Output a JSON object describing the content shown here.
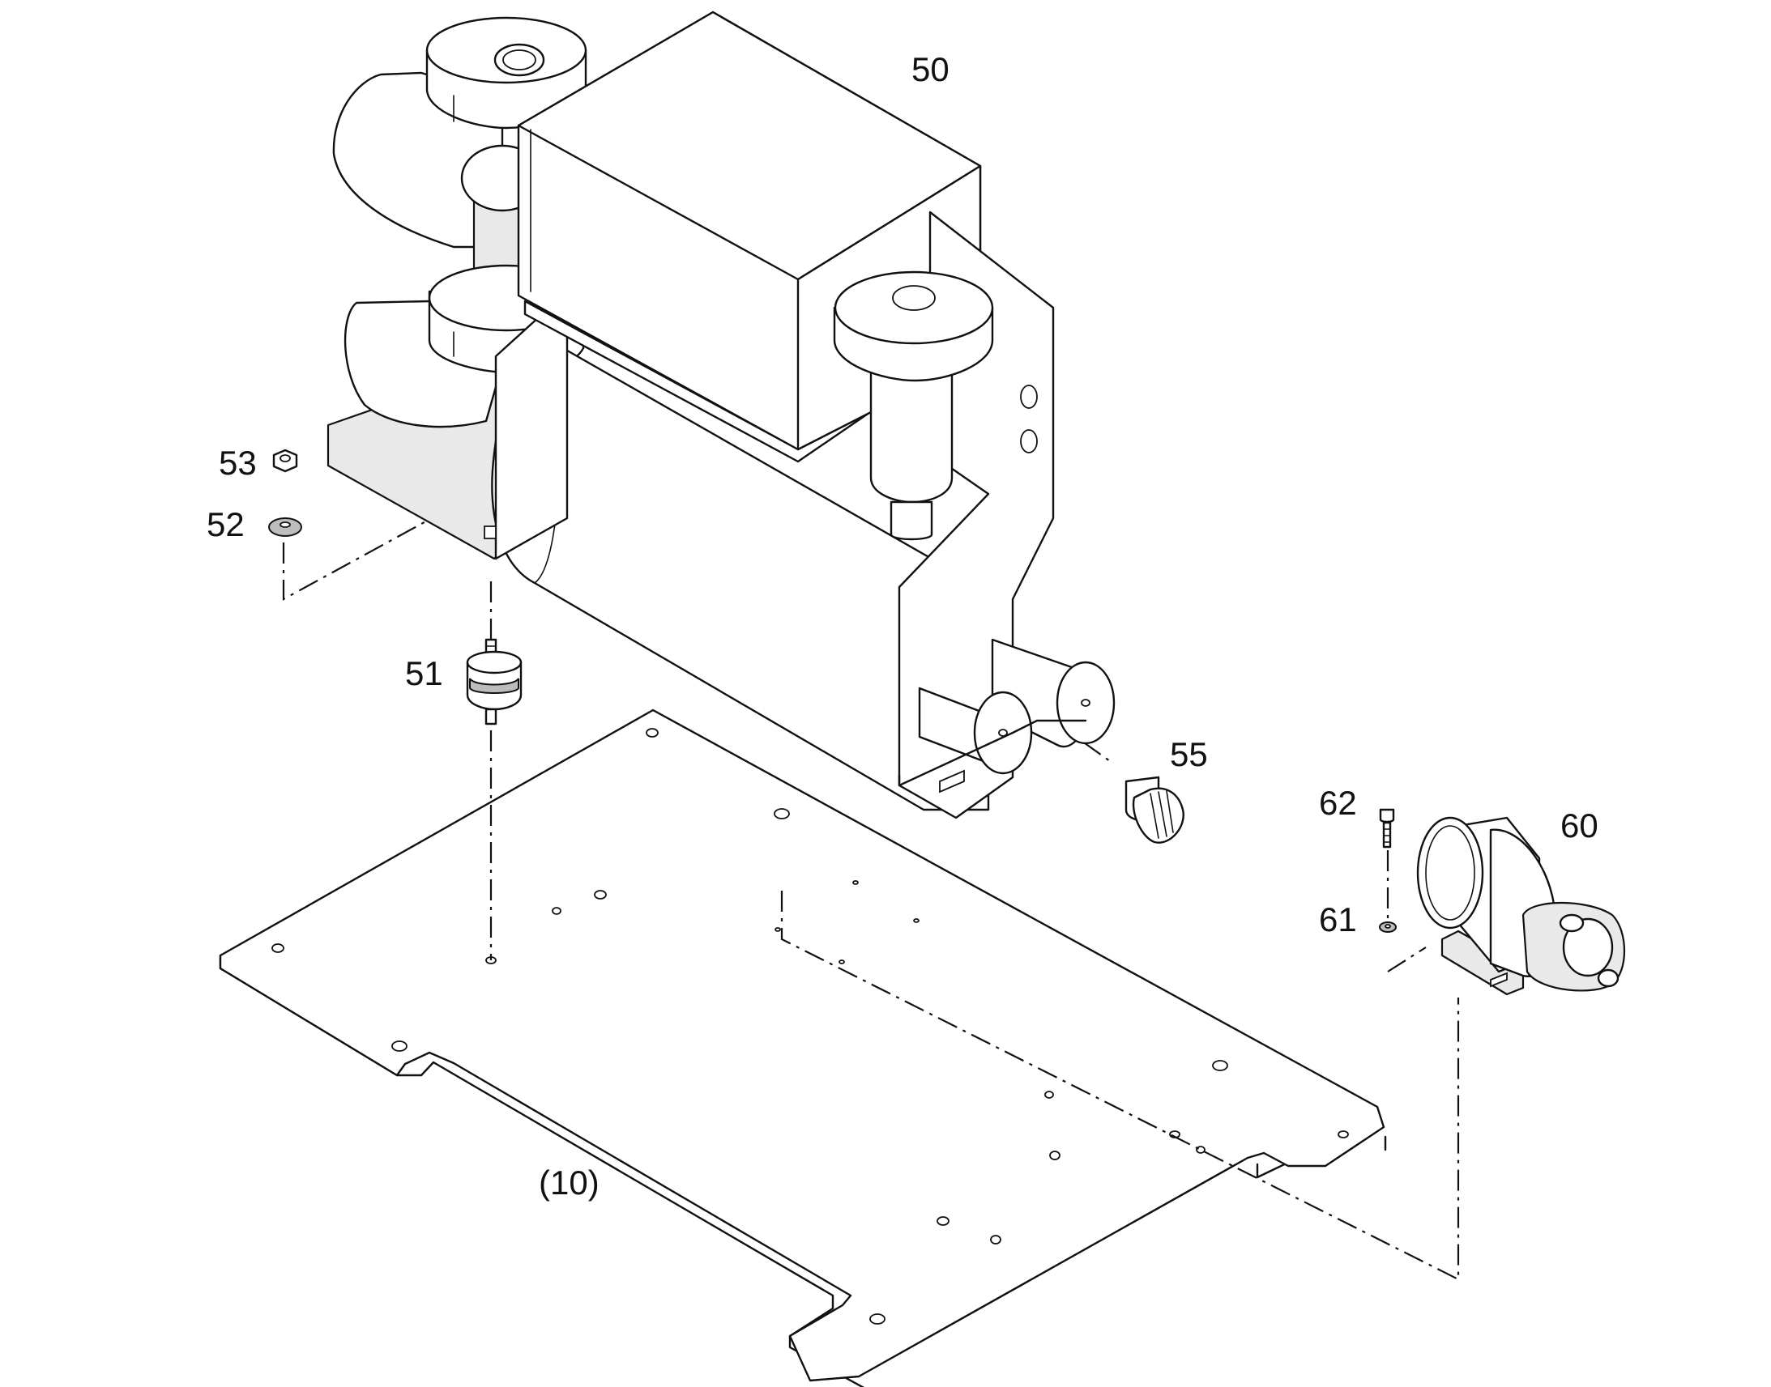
{
  "callouts": {
    "c50": "50",
    "c51": "51",
    "c52": "52",
    "c53": "53",
    "c55": "55",
    "c60": "60",
    "c61": "61",
    "c62": "62",
    "c10": "(10)"
  }
}
